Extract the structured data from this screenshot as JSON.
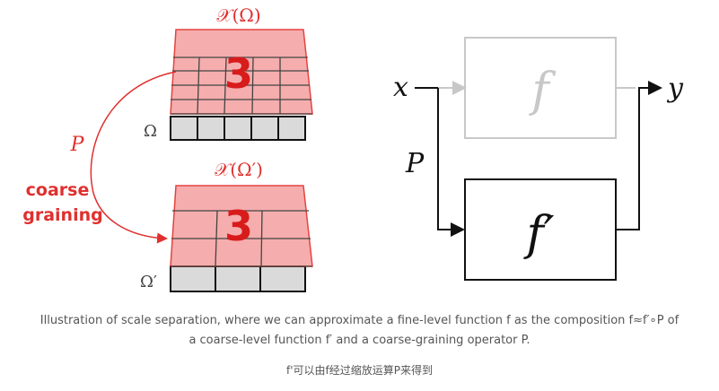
{
  "figure": {
    "fine_level": {
      "domain_label": "Ω",
      "signal_label": "𝒳(Ω)",
      "digit": "3"
    },
    "coarse_level": {
      "domain_label": "Ω′",
      "signal_label": "𝒳(Ω′)",
      "digit": "3"
    },
    "operator_label": "P",
    "operator_description": [
      "coarse",
      "graining"
    ],
    "block_diagram": {
      "input_label": "x",
      "output_label": "y",
      "fine_function_label": "f",
      "coarse_function_label": "f′",
      "operator_label": "P"
    },
    "colors": {
      "red": "#e0302e",
      "pink_fill": "#f6a5a5",
      "grey_cell": "#dadada",
      "faded": "#c8c8c8",
      "black": "#111111"
    }
  },
  "caption": {
    "text": "Illustration of scale separation, where we can approximate a fine-level function f as the composition f≈f′∘P of a coarse-level function f′ and a coarse-graining operator P.",
    "subtext": "f'可以由f经过缩放运算P来得到"
  }
}
